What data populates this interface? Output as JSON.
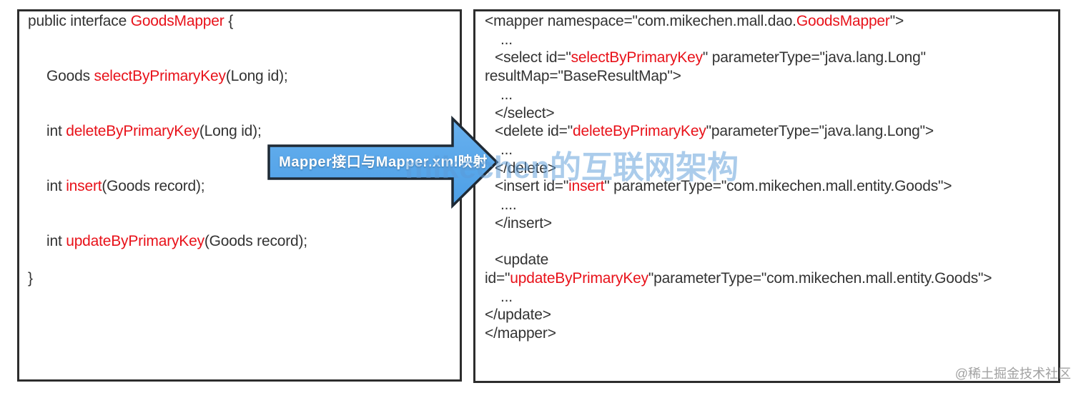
{
  "colors": {
    "code_text": "#333333",
    "identifier_red": "#e8121a",
    "box_border": "#2d2d2d",
    "arrow_fill_top": "#68b0ee",
    "arrow_fill_bottom": "#4c9fe6",
    "arrow_border": "#1f2a35",
    "watermark_blue": "#5a9bd8",
    "watermark_gray": "#8a8a8a"
  },
  "arrow": {
    "label": "Mapper接口与Mapper.xml映射"
  },
  "watermarks": {
    "center": "mikechen的互联网架构",
    "corner": "@稀土掘金技术社区"
  },
  "left_panel": {
    "description": "Java Mapper interface code",
    "lines": [
      {
        "indent": 0,
        "segments": [
          {
            "text": "public interface ",
            "color": "dark"
          },
          {
            "text": "GoodsMapper",
            "color": "red"
          },
          {
            "text": " {",
            "color": "dark"
          }
        ]
      },
      {
        "blank": true
      },
      {
        "blank": true
      },
      {
        "indent": 1,
        "segments": [
          {
            "text": "Goods ",
            "color": "dark"
          },
          {
            "text": "selectByPrimaryKey",
            "color": "red"
          },
          {
            "text": "(Long id);",
            "color": "dark"
          }
        ]
      },
      {
        "blank": true
      },
      {
        "blank": true
      },
      {
        "indent": 1,
        "segments": [
          {
            "text": "int ",
            "color": "dark"
          },
          {
            "text": "deleteByPrimaryKey",
            "color": "red"
          },
          {
            "text": "(Long id);",
            "color": "dark"
          }
        ]
      },
      {
        "blank": true
      },
      {
        "blank": true
      },
      {
        "indent": 1,
        "segments": [
          {
            "text": "int ",
            "color": "dark"
          },
          {
            "text": "insert",
            "color": "red"
          },
          {
            "text": "(Goods record);",
            "color": "dark"
          }
        ]
      },
      {
        "blank": true
      },
      {
        "blank": true
      },
      {
        "indent": 1,
        "segments": [
          {
            "text": "int ",
            "color": "dark"
          },
          {
            "text": "updateByPrimaryKey",
            "color": "red"
          },
          {
            "text": "(Goods record);",
            "color": "dark"
          }
        ]
      },
      {
        "blank": true
      },
      {
        "indent": 0,
        "segments": [
          {
            "text": "}",
            "color": "dark"
          }
        ]
      }
    ]
  },
  "right_panel": {
    "description": "Mapper XML configuration code",
    "lines": [
      {
        "indent": 0,
        "segments": [
          {
            "text": "<mapper namespace=\"com.mikechen.mall.dao.",
            "color": "dark"
          },
          {
            "text": "GoodsMapper",
            "color": "red"
          },
          {
            "text": "\">",
            "color": "dark"
          }
        ]
      },
      {
        "indent": 2,
        "segments": [
          {
            "text": "...",
            "color": "dark"
          }
        ]
      },
      {
        "indent": 1,
        "segments": [
          {
            "text": "<select id=\"",
            "color": "dark"
          },
          {
            "text": "selectByPrimaryKey",
            "color": "red"
          },
          {
            "text": "\" parameterType=\"java.lang.Long\"",
            "color": "dark"
          }
        ]
      },
      {
        "indent": 0,
        "segments": [
          {
            "text": "resultMap=\"BaseResultMap\">",
            "color": "dark"
          }
        ]
      },
      {
        "indent": 2,
        "segments": [
          {
            "text": "...",
            "color": "dark"
          }
        ]
      },
      {
        "indent": 1,
        "segments": [
          {
            "text": "</select>",
            "color": "dark"
          }
        ]
      },
      {
        "indent": 1,
        "segments": [
          {
            "text": "<delete id=\"",
            "color": "dark"
          },
          {
            "text": "deleteByPrimaryKey",
            "color": "red"
          },
          {
            "text": "\"parameterType=\"java.lang.Long\">",
            "color": "dark"
          }
        ]
      },
      {
        "indent": 2,
        "segments": [
          {
            "text": "...",
            "color": "dark"
          }
        ]
      },
      {
        "indent": 1,
        "segments": [
          {
            "text": "</delete>",
            "color": "dark"
          }
        ]
      },
      {
        "indent": 1,
        "segments": [
          {
            "text": "<insert id=\"",
            "color": "dark"
          },
          {
            "text": "insert",
            "color": "red"
          },
          {
            "text": "\" parameterType=\"com.mikechen.mall.entity.Goods\">",
            "color": "dark"
          }
        ]
      },
      {
        "indent": 2,
        "segments": [
          {
            "text": "....",
            "color": "dark"
          }
        ]
      },
      {
        "indent": 1,
        "segments": [
          {
            "text": "</insert>",
            "color": "dark"
          }
        ]
      },
      {
        "blank": true
      },
      {
        "indent": 1,
        "segments": [
          {
            "text": "<update",
            "color": "dark"
          }
        ]
      },
      {
        "indent": 0,
        "segments": [
          {
            "text": "id=\"",
            "color": "dark"
          },
          {
            "text": "updateByPrimaryKey",
            "color": "red"
          },
          {
            "text": "\"parameterType=\"com.mikechen.mall.entity.Goods\">",
            "color": "dark"
          }
        ]
      },
      {
        "indent": 2,
        "segments": [
          {
            "text": "...",
            "color": "dark"
          }
        ]
      },
      {
        "indent": 0,
        "segments": [
          {
            "text": "</update>",
            "color": "dark"
          }
        ]
      },
      {
        "indent": 0,
        "segments": [
          {
            "text": "</mapper>",
            "color": "dark"
          }
        ]
      }
    ]
  }
}
